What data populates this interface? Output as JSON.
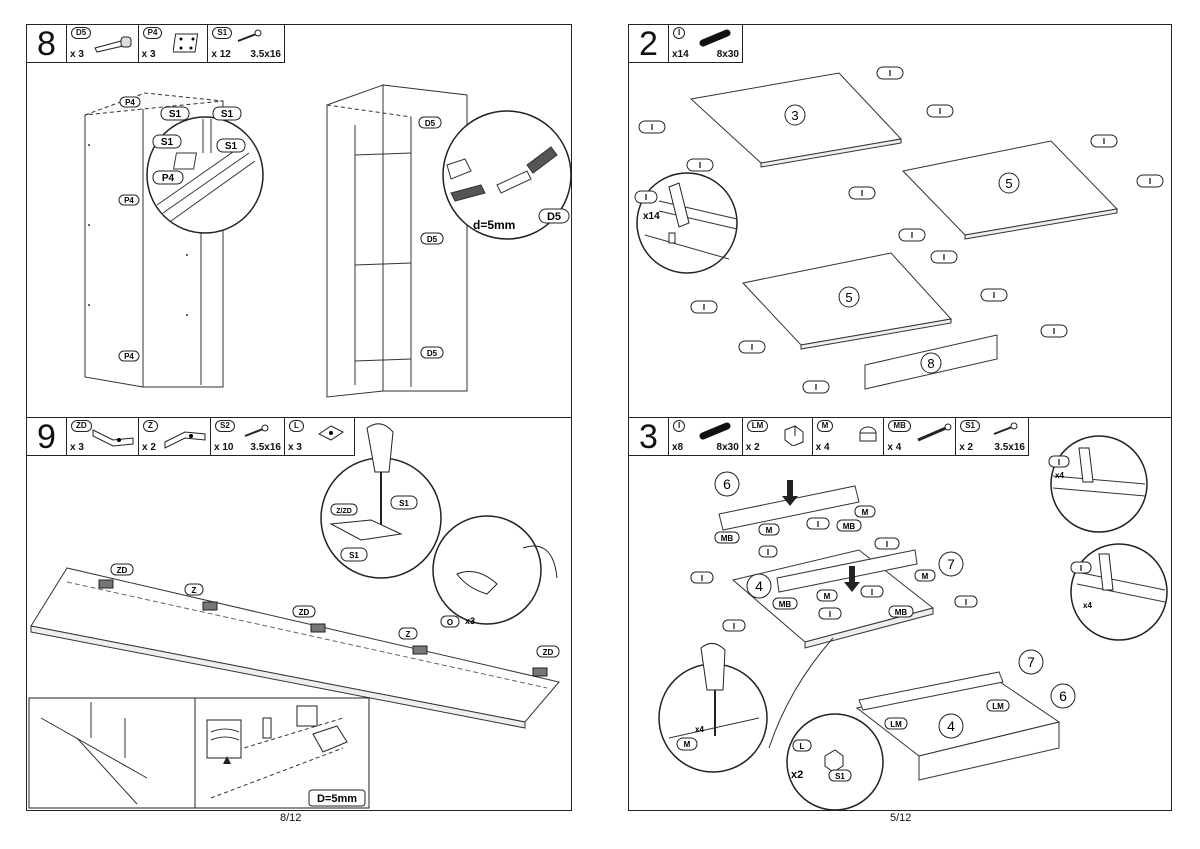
{
  "left_page": {
    "page_number": "8/12",
    "step8": {
      "number": "8",
      "parts": [
        {
          "code": "D5",
          "qty": "x 3",
          "size": "",
          "icon": "bolt-dowel-icon"
        },
        {
          "code": "P4",
          "qty": "x 3",
          "size": "",
          "icon": "plate-icon"
        },
        {
          "code": "S1",
          "qty": "x 12",
          "size": "3.5x16",
          "icon": "screw-icon"
        }
      ],
      "labels": {
        "p4": "P4",
        "s1": "S1",
        "d5": "D5",
        "drill": "d=5mm"
      }
    },
    "step9": {
      "number": "9",
      "parts": [
        {
          "code": "ZD",
          "qty": "x 3",
          "size": "",
          "icon": "hinge-icon"
        },
        {
          "code": "Z",
          "qty": "x 2",
          "size": "",
          "icon": "hinge-icon"
        },
        {
          "code": "S2",
          "qty": "x 10",
          "size": "3.5x16",
          "icon": "screw-icon"
        },
        {
          "code": "L",
          "qty": "x 3",
          "size": "",
          "icon": "plate-icon"
        }
      ],
      "labels": {
        "zd": "ZD",
        "z": "Z",
        "s1": "S1",
        "zzd": "Z/ZD",
        "o": "O",
        "o_qty": "x3",
        "drill": "D=5mm"
      }
    }
  },
  "right_page": {
    "page_number": "5/12",
    "step2": {
      "number": "2",
      "parts": [
        {
          "code": "I",
          "qty": "x14",
          "size": "8x30",
          "icon": "dowel-icon"
        }
      ],
      "labels": {
        "i": "I",
        "i_qty": "x14",
        "panel_3": "3",
        "panel_5": "5",
        "panel_8": "8"
      }
    },
    "step3": {
      "number": "3",
      "parts": [
        {
          "code": "I",
          "qty": "x8",
          "size": "8x30",
          "icon": "dowel-icon"
        },
        {
          "code": "LM",
          "qty": "x 2",
          "size": "",
          "icon": "connector-icon"
        },
        {
          "code": "M",
          "qty": "x 4",
          "size": "",
          "icon": "cam-lock-icon"
        },
        {
          "code": "MB",
          "qty": "x 4",
          "size": "",
          "icon": "cam-bolt-icon"
        },
        {
          "code": "S1",
          "qty": "x 2",
          "size": "3.5x16",
          "icon": "screw-icon"
        }
      ],
      "labels": {
        "i": "I",
        "m": "M",
        "mb": "MB",
        "lm": "LM",
        "l": "L",
        "s1": "S1",
        "x4": "x4",
        "x2": "x2",
        "panel_4": "4",
        "panel_6": "6",
        "panel_7": "7"
      }
    }
  }
}
